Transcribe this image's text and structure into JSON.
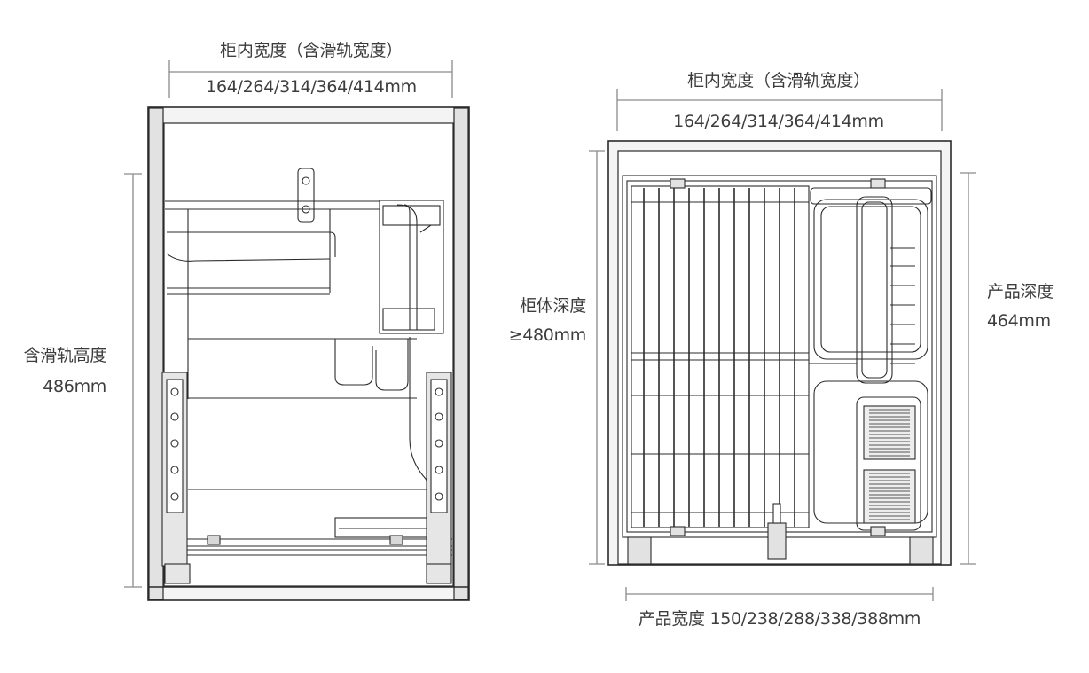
{
  "left_view": {
    "width_title": "柜内宽度（含滑轨宽度）",
    "width_values": "164/264/314/364/414mm",
    "height_title": "含滑轨高度",
    "height_value": "486mm"
  },
  "right_view": {
    "width_title": "柜内宽度（含滑轨宽度）",
    "width_values": "164/264/314/364/414mm",
    "cabinet_depth_title": "柜体深度",
    "cabinet_depth_value": "≥480mm",
    "product_depth_title": "产品深度",
    "product_depth_value": "464mm",
    "product_width": "产品宽度 150/238/288/338/388mm"
  },
  "colors": {
    "line": "#2b2b2b",
    "dim_line": "#8a8a8a",
    "text": "#3d3d3d",
    "cabinet_fill": "#f1f1f1"
  }
}
